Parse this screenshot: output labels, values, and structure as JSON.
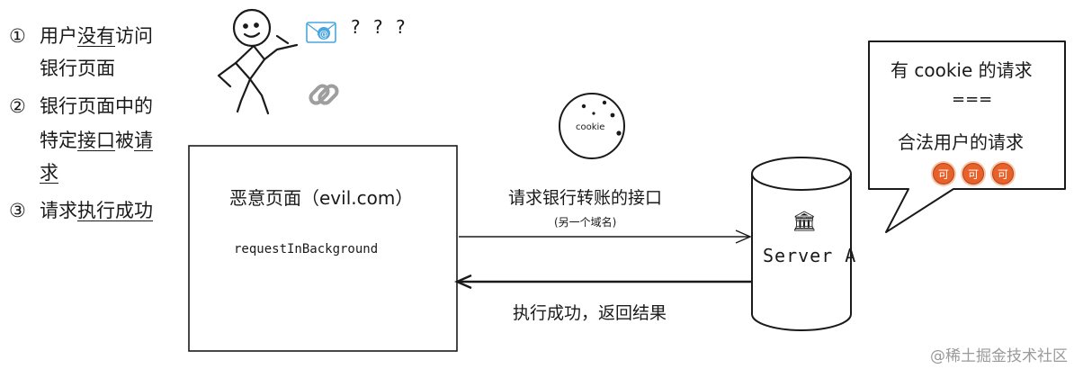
{
  "steps": [
    {
      "num": "①",
      "l1_a": "用户",
      "l1_u": "没有",
      "l1_b": "访问",
      "l2": "银行页面"
    },
    {
      "num": "②",
      "l1": "银行页面中的",
      "l2_a": "特定",
      "l2_u1": "接口",
      "l2_m": "被",
      "l2_u2": "请",
      "l3_u": "求"
    },
    {
      "num": "③",
      "a": "请求",
      "u": "执行成功"
    }
  ],
  "question_marks": "? ? ?",
  "evil_box": {
    "title": "恶意页面（evil.com）",
    "code": "requestInBackground"
  },
  "cookie": {
    "label": "cookie"
  },
  "request_arrow": {
    "label": "请求银行转账的接口",
    "sublabel": "(另一个域名)"
  },
  "response_arrow": {
    "label": "执行成功，返回结果"
  },
  "server": {
    "label": "Server A",
    "icon": "bank-icon"
  },
  "bubble": {
    "line1": "有 cookie 的请求",
    "line2": "===",
    "line3": "合法用户的请求",
    "badge": "可"
  },
  "watermark": "@稀土掘金技术社区",
  "colors": {
    "badge": "#e8612a",
    "mail": "#4aa6e0",
    "link": "#9e9e9e"
  }
}
